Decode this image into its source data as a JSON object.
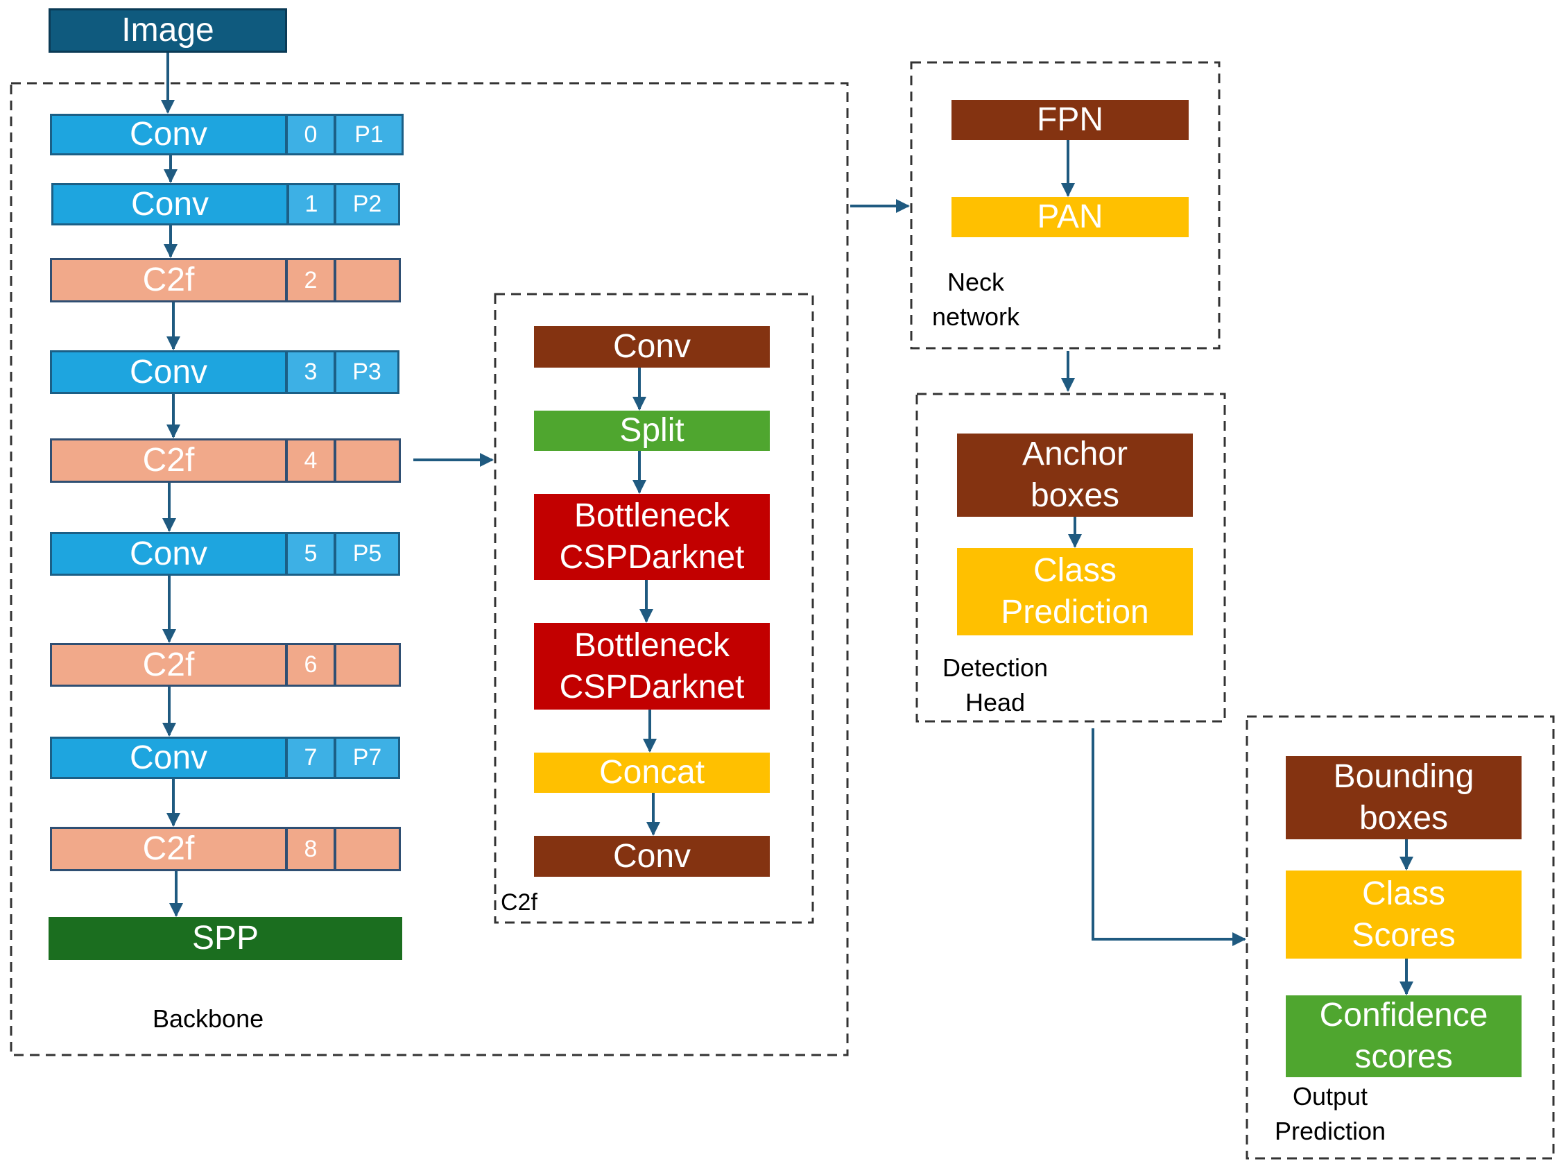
{
  "image_label": "Image",
  "backbone": {
    "label": "Backbone",
    "layers": [
      {
        "name": "Conv",
        "index": "0",
        "tag": "P1"
      },
      {
        "name": "Conv",
        "index": "1",
        "tag": "P2"
      },
      {
        "name": "C2f",
        "index": "2",
        "tag": ""
      },
      {
        "name": "Conv",
        "index": "3",
        "tag": "P3"
      },
      {
        "name": "C2f",
        "index": "4",
        "tag": ""
      },
      {
        "name": "Conv",
        "index": "5",
        "tag": "P5"
      },
      {
        "name": "C2f",
        "index": "6",
        "tag": ""
      },
      {
        "name": "Conv",
        "index": "7",
        "tag": "P7"
      },
      {
        "name": "C2f",
        "index": "8",
        "tag": ""
      }
    ],
    "spp": "SPP"
  },
  "c2f": {
    "label": "C2f",
    "blocks": [
      "Conv",
      "Split",
      "Bottleneck\nCSPDarknet",
      "Bottleneck\nCSPDarknet",
      "Concat",
      "Conv"
    ]
  },
  "neck": {
    "label": "Neck\nnetwork",
    "blocks": [
      "FPN",
      "PAN"
    ]
  },
  "head": {
    "label": "Detection\nHead",
    "blocks": [
      "Anchor\nboxes",
      "Class\nPrediction"
    ]
  },
  "output": {
    "label": "Output\nPrediction",
    "blocks": [
      "Bounding\nboxes",
      "Class\nScores",
      "Confidence\nscores"
    ]
  },
  "colors": {
    "conv_blue": "#1ea5df",
    "c2f_salmon": "#f1a98a",
    "brown": "#843311",
    "green": "#4fa62f",
    "dark_green": "#1b6e1f",
    "red": "#c20000",
    "yellow": "#ffc000",
    "image_navy": "#0f5a7e",
    "arrow": "#1f5a80"
  }
}
